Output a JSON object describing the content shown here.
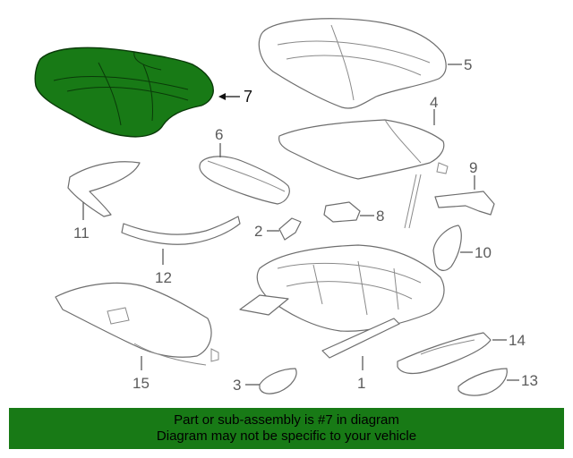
{
  "highlight_color": "#187a16",
  "callouts": {
    "p1": "1",
    "p2": "2",
    "p3": "3",
    "p4": "4",
    "p5": "5",
    "p6": "6",
    "p7": "7",
    "p8": "8",
    "p9": "9",
    "p10": "10",
    "p11": "11",
    "p12": "12",
    "p13": "13",
    "p14": "14",
    "p15": "15"
  },
  "banner": {
    "line1": "Part or sub-assembly is #7 in diagram",
    "line2": "Diagram may not be specific to your vehicle"
  }
}
